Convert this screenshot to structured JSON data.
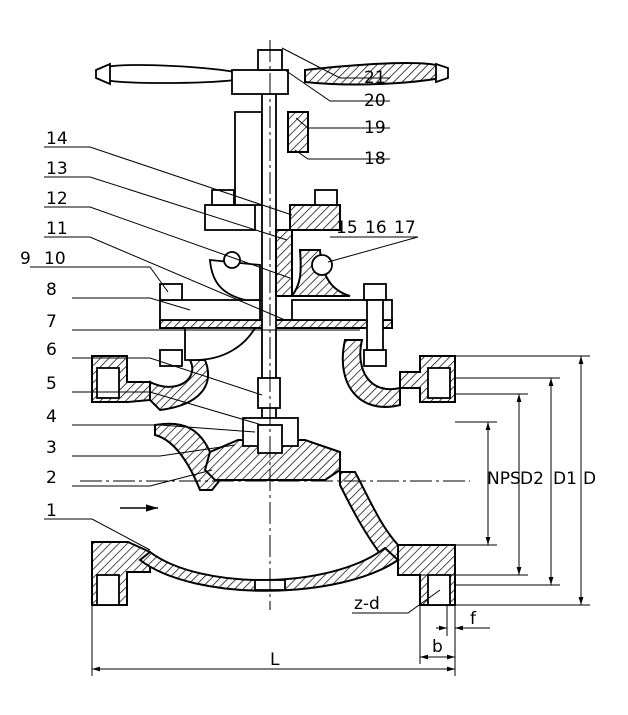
{
  "part_numbers": [
    "1",
    "2",
    "3",
    "4",
    "5",
    "6",
    "7",
    "8",
    "9",
    "10",
    "11",
    "12",
    "13",
    "14",
    "15",
    "16",
    "17",
    "18",
    "19",
    "20",
    "21"
  ],
  "dimension_labels": {
    "nps": "NPS",
    "d2": "D2",
    "d1": "D1",
    "d": "D",
    "length": "L",
    "b": "b",
    "f": "f",
    "bolt_holes": "z-d"
  },
  "colors": {
    "line": "#000000",
    "background": "#ffffff"
  }
}
